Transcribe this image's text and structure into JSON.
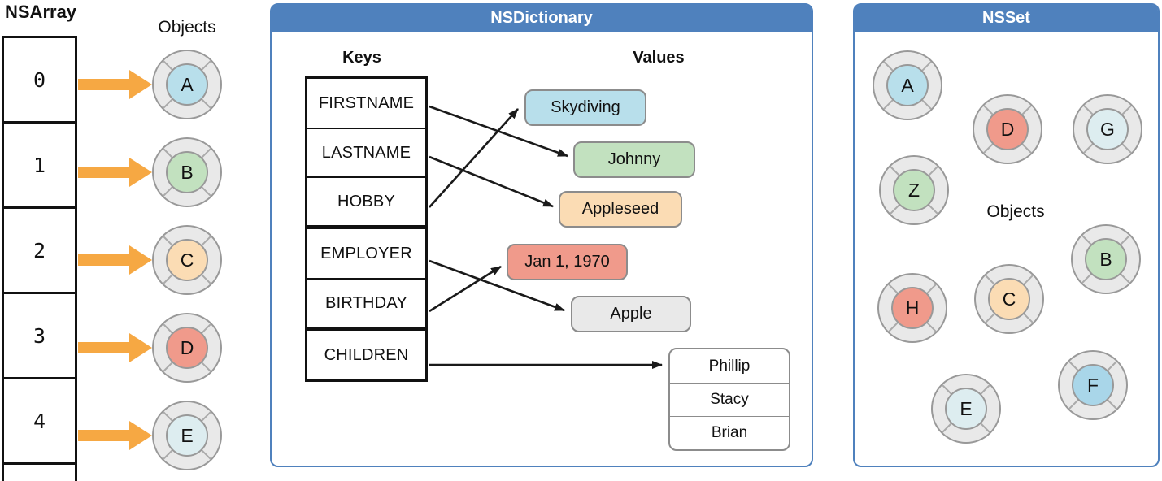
{
  "colors": {
    "panel_blue": "#4f81bd",
    "arrow_orange": "#f6a843",
    "object_ring_gray": "#e9e9e9",
    "black_arrow": "#1a1a1a"
  },
  "nsarray": {
    "title": "NSArray",
    "objects_label": "Objects",
    "indices": [
      "0",
      "1",
      "2",
      "3",
      "4"
    ],
    "objects": [
      {
        "letter": "A",
        "color": "#b8dfeb"
      },
      {
        "letter": "B",
        "color": "#c2e1bf"
      },
      {
        "letter": "C",
        "color": "#fbdcb4"
      },
      {
        "letter": "D",
        "color": "#f09a8b"
      },
      {
        "letter": "E",
        "color": "#ddedf0"
      }
    ]
  },
  "nsdictionary": {
    "title": "NSDictionary",
    "keys_header": "Keys",
    "values_header": "Values",
    "keys": [
      "FIRSTNAME",
      "LASTNAME",
      "HOBBY",
      "EMPLOYER",
      "BIRTHDAY",
      "CHILDREN"
    ],
    "values": [
      {
        "label": "Skydiving",
        "color": "#b8dfeb"
      },
      {
        "label": "Johnny",
        "color": "#c2e1bf"
      },
      {
        "label": "Appleseed",
        "color": "#fbdcb4"
      },
      {
        "label": "Jan 1, 1970",
        "color": "#f09a8b"
      },
      {
        "label": "Apple",
        "color": "#e9e9e9"
      }
    ],
    "children_values": [
      "Phillip",
      "Stacy",
      "Brian"
    ],
    "mappings": [
      {
        "key": "FIRSTNAME",
        "value": "Johnny"
      },
      {
        "key": "LASTNAME",
        "value": "Appleseed"
      },
      {
        "key": "HOBBY",
        "value": "Skydiving"
      },
      {
        "key": "EMPLOYER",
        "value": "Apple"
      },
      {
        "key": "BIRTHDAY",
        "value": "Jan 1, 1970"
      },
      {
        "key": "CHILDREN",
        "value": "Phillip, Stacy, Brian"
      }
    ]
  },
  "nsset": {
    "title": "NSSet",
    "objects_label": "Objects",
    "members": [
      {
        "letter": "A",
        "color": "#b8dfeb"
      },
      {
        "letter": "D",
        "color": "#f09a8b"
      },
      {
        "letter": "G",
        "color": "#ddedf0"
      },
      {
        "letter": "Z",
        "color": "#c2e1bf"
      },
      {
        "letter": "B",
        "color": "#c2e1bf"
      },
      {
        "letter": "H",
        "color": "#f09a8b"
      },
      {
        "letter": "C",
        "color": "#fbdcb4"
      },
      {
        "letter": "E",
        "color": "#ddedf0"
      },
      {
        "letter": "F",
        "color": "#a9d6e9"
      }
    ]
  }
}
